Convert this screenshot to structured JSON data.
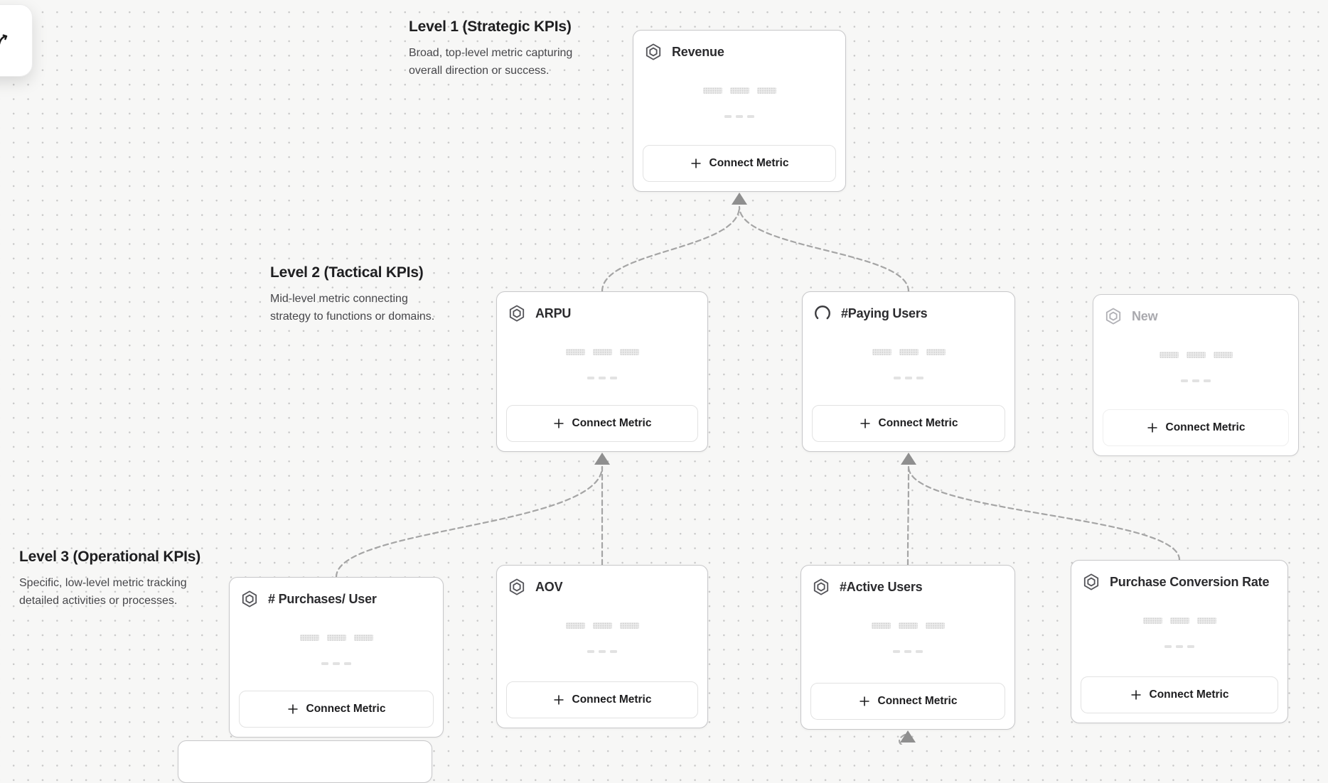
{
  "canvas": {
    "background": "#f7f7f6",
    "dot_color": "#c7c7c7",
    "card_border_color": "#c7c7c9",
    "edge_color": "#a5a5a5",
    "arrow_color": "#8f8f8f"
  },
  "toolbar": {
    "icon": "cursor-icon"
  },
  "levels": [
    {
      "title": "Level 1 (Strategic KPIs)",
      "description": "Broad, top-level metric capturing\noverall direction or success."
    },
    {
      "title": "Level 2 (Tactical KPIs)",
      "description": "Mid-level metric connecting\nstrategy to functions or domains."
    },
    {
      "title": "Level 3 (Operational KPIs)",
      "description": "Specific, low-level metric tracking\ndetailed activities or processes."
    }
  ],
  "cards": [
    {
      "title": "Revenue",
      "icon": "hexagon-icon",
      "button_label": "Connect Metric",
      "level": 1
    },
    {
      "title": "ARPU",
      "icon": "hexagon-icon",
      "button_label": "Connect Metric",
      "level": 2
    },
    {
      "title": "#Paying Users",
      "icon": "spinner-icon",
      "button_label": "Connect Metric",
      "level": 2
    },
    {
      "title": "New",
      "icon": "hexagon-icon",
      "button_label": "Connect Metric",
      "level": 2,
      "state": "draft"
    },
    {
      "title": "# Purchases/ User",
      "icon": "hexagon-icon",
      "button_label": "Connect Metric",
      "level": 3
    },
    {
      "title": "AOV",
      "icon": "hexagon-icon",
      "button_label": "Connect Metric",
      "level": 3
    },
    {
      "title": "#Active Users",
      "icon": "hexagon-icon",
      "button_label": "Connect Metric",
      "level": 3
    },
    {
      "title": "Purchase Conversion Rate",
      "icon": "hexagon-icon",
      "button_label": "Connect Metric",
      "level": 3
    }
  ],
  "connections": [
    {
      "from": "ARPU",
      "to": "Revenue"
    },
    {
      "from": "#Paying Users",
      "to": "Revenue"
    },
    {
      "from": "# Purchases/ User",
      "to": "ARPU"
    },
    {
      "from": "AOV",
      "to": "ARPU"
    },
    {
      "from": "#Active Users",
      "to": "#Paying Users"
    },
    {
      "from": "Purchase Conversion Rate",
      "to": "#Paying Users"
    },
    {
      "from": "(below viewport)",
      "to": "#Active Users"
    }
  ]
}
